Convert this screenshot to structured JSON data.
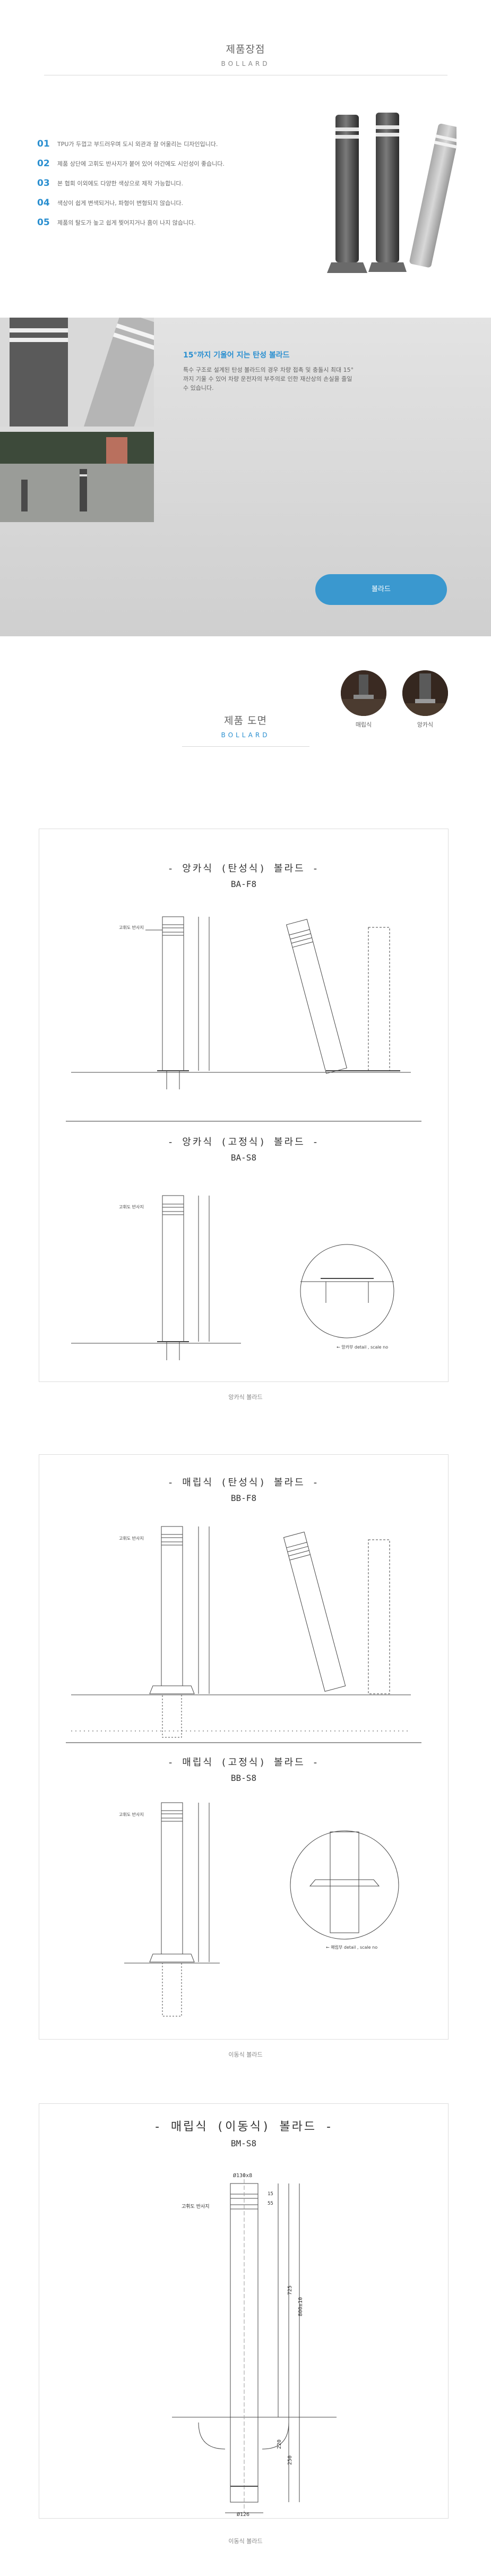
{
  "spec": {
    "title_ko": "제품장점",
    "title_en": "BOLLARD"
  },
  "features": [
    {
      "num": "01",
      "text": "TPU가 두껍고 부드러우며 도시 외관과 잘 어울리는 디자인입니다."
    },
    {
      "num": "02",
      "text": "제품 상단에 고휘도 반사지가 붙어 있어 야간에도 시인성이 좋습니다."
    },
    {
      "num": "03",
      "text": "본 협회 이외에도 다양한 색상으로 제작 가능합니다."
    },
    {
      "num": "04",
      "text": "색상이 쉽게 변색되거나, 파형이 변형되지 않습니다."
    },
    {
      "num": "05",
      "text": "제품의 탈도가 높고 쉽게 찢어지거나 흠이 나지 않습니다."
    }
  ],
  "band": {
    "headline": "15°까지 기울어 지는 탄성 볼라드",
    "body": "특수 구조로 설계된 탄성 볼라드의 경우 차량 접촉 및 충돌시 최대 15°까지 기울 수 있어 차량 운전자의 부주의로 인한 재산상의 손실을 줄일 수 있습니다.",
    "button_label": "볼라드"
  },
  "drawings": {
    "title_ko": "제품 도면",
    "title_en": "BOLLARD"
  },
  "types": [
    {
      "label": "매립식"
    },
    {
      "label": "앙카식"
    }
  ],
  "panels": [
    {
      "caption": "앙카식 볼라드",
      "parts": [
        {
          "title": "- 앙카식 (탄성식) 볼라드 -",
          "model": "BA-F8"
        },
        {
          "title": "- 앙카식 (고정식) 볼라드 -",
          "model": "BA-S8"
        }
      ]
    },
    {
      "caption": "이동식 볼라드",
      "parts": [
        {
          "title": "- 매립식 (탄성식) 볼라드 -",
          "model": "BB-F8"
        },
        {
          "title": "- 매립식 (고정식) 볼라드 -",
          "model": "BB-S8"
        }
      ]
    },
    {
      "caption": "이동식 볼라드",
      "parts": [
        {
          "title": "- 매립식 (이동식) 볼라드 -",
          "model": "BM-S8"
        }
      ]
    }
  ],
  "dims": {
    "bm": {
      "top": "Ø130x8",
      "reflect": "고휘도 반사지",
      "base": "Ø126",
      "total": "800±10",
      "h1": "725",
      "h2": "220",
      "h3": "250",
      "h4": "55",
      "h5": "15"
    },
    "small_labels": {
      "reflect": "고휘도 반사지",
      "detail": "← 앙카부 detail , scale no",
      "detail2": "← 매립부 detail , scale no"
    }
  }
}
